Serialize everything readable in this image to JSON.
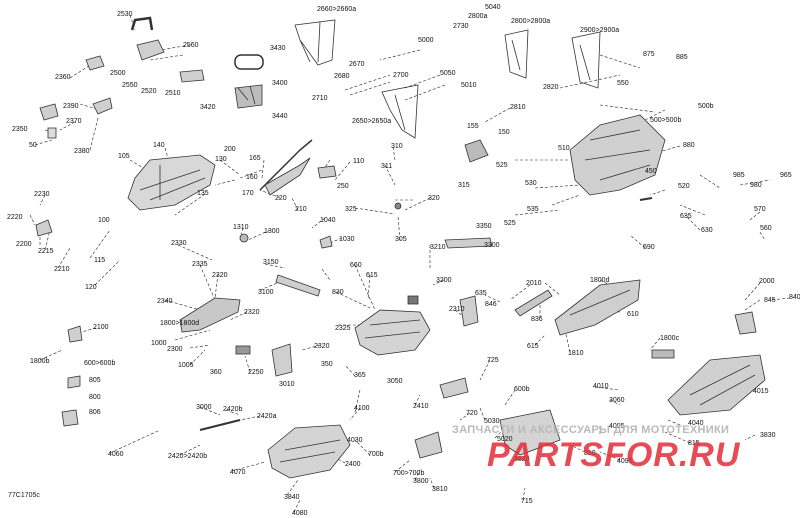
{
  "diagram": {
    "drawing_code": "77C1705c",
    "watermark": {
      "tagline": "ЗАПЧАСТИ И АКСЕССУАРЫ ДЛЯ МОТОТЕХНИКИ",
      "brand": "PARTSFOR.RU"
    },
    "colors": {
      "line": "#222222",
      "part_fill": "#d8d8d8",
      "part_stroke": "#333333",
      "watermark_red": "#e22d37",
      "watermark_grey": "#b9b9b9"
    },
    "labels": [
      "2530",
      "2660>2660a",
      "5040",
      "2800a",
      "2730",
      "2800>2800a",
      "2900>2900a",
      "2560",
      "3430",
      "5000",
      "2670",
      "2680",
      "2820",
      "875",
      "885",
      "2360",
      "2500",
      "2550",
      "2520",
      "2510",
      "3400",
      "2700",
      "5050",
      "2810",
      "550",
      "2390",
      "3420",
      "2710",
      "5010",
      "500>500b",
      "500b",
      "2370",
      "3440",
      "2650>2650a",
      "2350",
      "155",
      "150",
      "50",
      "2380",
      "165",
      "310",
      "510",
      "880",
      "105",
      "140",
      "130",
      "200",
      "110",
      "160",
      "170",
      "250",
      "311",
      "525",
      "450",
      "315",
      "985",
      "965",
      "135",
      "220",
      "210",
      "320",
      "530",
      "520",
      "980",
      "2230",
      "535",
      "570",
      "2220",
      "325",
      "1040",
      "635",
      "100",
      "2200",
      "2215",
      "1310",
      "1300",
      "305",
      "1030",
      "3210",
      "3350",
      "630",
      "560",
      "525",
      "590",
      "2330",
      "2210",
      "115",
      "3300",
      "2335",
      "660",
      "3150",
      "2320",
      "615",
      "3200",
      "120",
      "2340",
      "3100",
      "635",
      "2010",
      "1800d",
      "2000",
      "845",
      "840",
      "846",
      "830",
      "610",
      "1800>1800d",
      "2320",
      "2310",
      "836",
      "2100",
      "1000",
      "2300",
      "2325",
      "615",
      "1810",
      "1800c",
      "1800b",
      "1005",
      "2320",
      "360",
      "2250",
      "350",
      "600>600b",
      "3010",
      "365",
      "725",
      "4010",
      "805",
      "3050",
      "600b",
      "4015",
      "800",
      "3060",
      "806",
      "3000",
      "2420b",
      "2420a",
      "2410",
      "4100",
      "720",
      "4040",
      "5030",
      "4005",
      "815",
      "5020",
      "4030",
      "3830",
      "810",
      "4090",
      "4060",
      "2420>2420b",
      "2400",
      "700b",
      "3820",
      "4070",
      "700>700b",
      "3800",
      "3810",
      "3840",
      "715",
      "4080",
      "710"
    ]
  }
}
